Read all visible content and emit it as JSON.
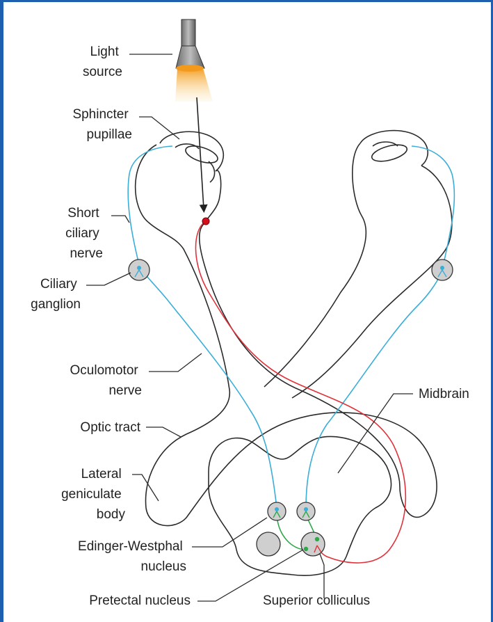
{
  "labels": {
    "light_source": [
      "Light",
      "source"
    ],
    "sphincter_pupillae": [
      "Sphincter",
      "pupillae"
    ],
    "short_ciliary_nerve": [
      "Short",
      "ciliary",
      "nerve"
    ],
    "ciliary_ganglion": [
      "Ciliary",
      "ganglion"
    ],
    "oculomotor_nerve": [
      "Oculomotor",
      "nerve"
    ],
    "optic_tract": "Optic tract",
    "lateral_geniculate_body": [
      "Lateral",
      "geniculate",
      "body"
    ],
    "edinger_westphal_nucleus": [
      "Edinger-Westphal",
      "nucleus"
    ],
    "pretectal_nucleus": "Pretectal nucleus",
    "superior_colliculus": "Superior colliculus",
    "midbrain": "Midbrain"
  },
  "colors": {
    "frame": "#1f5fb0",
    "efferent_pathway": "#3aaed8",
    "afferent_pathway": "#e0323a",
    "interneuron": "#2ea84a",
    "ganglion_fill": "#cfcfcf",
    "light_glow": "#f5a623"
  }
}
